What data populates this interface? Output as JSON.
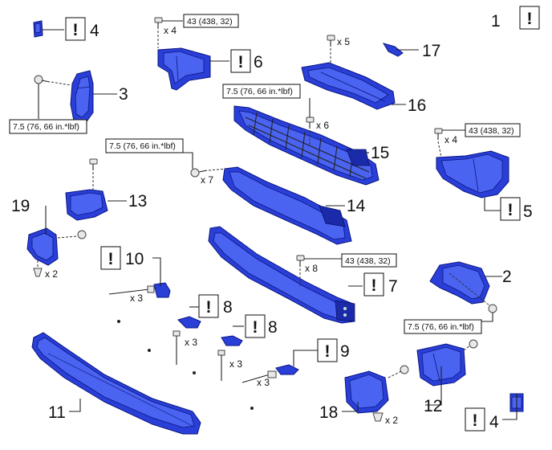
{
  "callouts": [
    {
      "id": "c1",
      "number": "1"
    },
    {
      "id": "c2",
      "number": "2"
    },
    {
      "id": "c3",
      "number": "3"
    },
    {
      "id": "c4a",
      "number": "4"
    },
    {
      "id": "c4b",
      "number": "4"
    },
    {
      "id": "c5",
      "number": "5"
    },
    {
      "id": "c6",
      "number": "6"
    },
    {
      "id": "c7",
      "number": "7"
    },
    {
      "id": "c8a",
      "number": "8"
    },
    {
      "id": "c8b",
      "number": "8"
    },
    {
      "id": "c9",
      "number": "9"
    },
    {
      "id": "c10",
      "number": "10"
    },
    {
      "id": "c11",
      "number": "11"
    },
    {
      "id": "c12",
      "number": "12"
    },
    {
      "id": "c13",
      "number": "13"
    },
    {
      "id": "c14",
      "number": "14"
    },
    {
      "id": "c15",
      "number": "15"
    },
    {
      "id": "c16",
      "number": "16"
    },
    {
      "id": "c17",
      "number": "17"
    },
    {
      "id": "c18",
      "number": "18"
    },
    {
      "id": "c19",
      "number": "19"
    }
  ],
  "notice_symbol": "!",
  "torque_specs": [
    {
      "id": "t1",
      "text": "43 (438, 32)"
    },
    {
      "id": "t2",
      "text": "7.5 (76, 66 in.*lbf)"
    },
    {
      "id": "t3",
      "text": "7.5 (76, 66 in.*lbf)"
    },
    {
      "id": "t4",
      "text": "43 (438, 32)"
    },
    {
      "id": "t5",
      "text": "7.5 (76, 66 in.*lbf)"
    },
    {
      "id": "t6",
      "text": "43 (438, 32)"
    },
    {
      "id": "t7",
      "text": "7.5 (76, 66 in.*lbf)"
    }
  ],
  "quantities": [
    {
      "id": "q1",
      "text": "x 4"
    },
    {
      "id": "q2",
      "text": "x 5"
    },
    {
      "id": "q3",
      "text": "x 6"
    },
    {
      "id": "q4",
      "text": "x 4"
    },
    {
      "id": "q5",
      "text": "x 7"
    },
    {
      "id": "q6",
      "text": "x 2"
    },
    {
      "id": "q7",
      "text": "x 8"
    },
    {
      "id": "q8",
      "text": "x 3"
    },
    {
      "id": "q9",
      "text": "x 3"
    },
    {
      "id": "q10",
      "text": "x 3"
    },
    {
      "id": "q11",
      "text": "x 3"
    },
    {
      "id": "q12",
      "text": "x 2"
    }
  ],
  "colors": {
    "part_blue": "#2a3fd8",
    "part_outline": "#0b1680",
    "line": "#222222"
  }
}
